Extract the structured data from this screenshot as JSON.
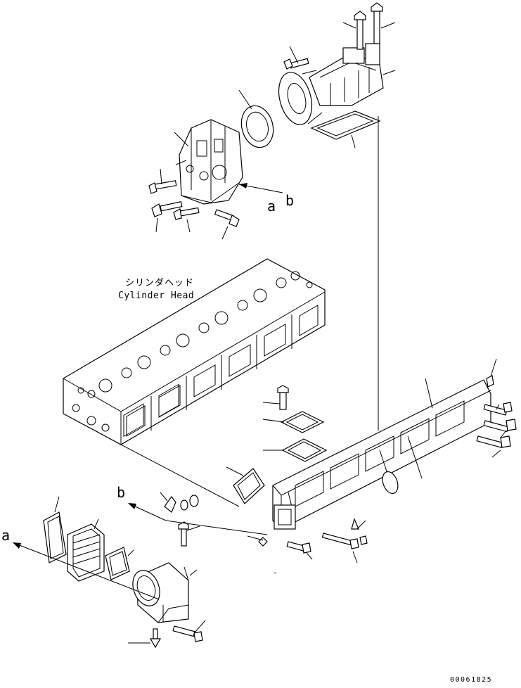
{
  "labels": {
    "cylinder_head_jp": "シリンダヘッド",
    "cylinder_head_en": "Cylinder Head",
    "view_a_upper": "a",
    "view_b_upper": "b",
    "view_b_lower": "b",
    "view_a_lower": "a",
    "dash_mark": "-",
    "drawing_code": "00061825"
  }
}
